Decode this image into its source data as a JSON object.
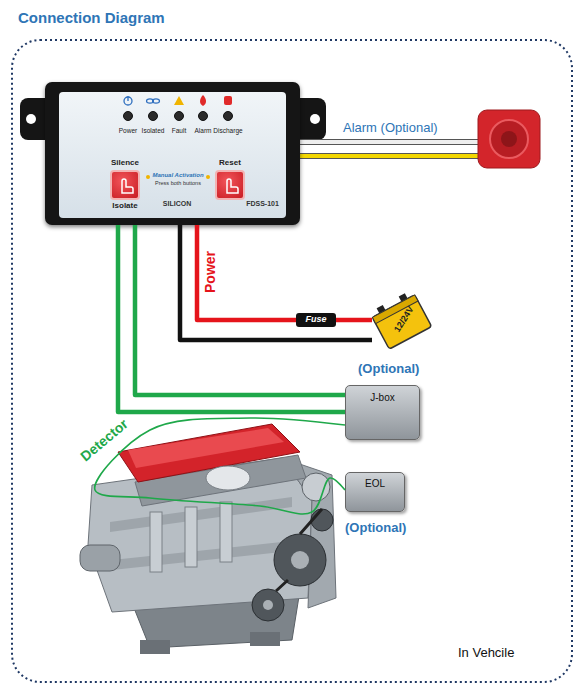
{
  "diagram": {
    "title": "Connection Diagram",
    "nodes": [
      {
        "text": [
          "SILICON",
          "FDSS-101"
        ]
      },
      {
        "text": [
          "Silence",
          "Isolate"
        ],
        "in": 0
      },
      {
        "text": [
          "Reset"
        ],
        "in": 0
      },
      {
        "text": [
          "Fuse"
        ]
      },
      {
        "text": [
          "12/24V"
        ]
      },
      {
        "text": [
          "J-box"
        ]
      },
      {
        "text": [
          "EOL"
        ]
      }
    ],
    "edges": [
      {
        "from": 0,
        "to": 3,
        "arrow": "none",
        "label": "Power"
      },
      {
        "from": 3,
        "to": 4,
        "arrow": "none"
      },
      {
        "from": 0,
        "to": 4,
        "arrow": "none"
      },
      {
        "from": 0,
        "to": 5,
        "arrow": "none"
      },
      {
        "from": 0,
        "to": 5,
        "arrow": "none"
      },
      {
        "from": 5,
        "to": 6,
        "arrow": "none",
        "label": "Detector"
      }
    ],
    "labels": [
      "Power",
      "Isolated",
      "Fault",
      "Alarm",
      "Discharge",
      "Manual Activation",
      "Press both buttons",
      "Alarm (Optional)",
      "(Optional)",
      "(Optional)",
      "In Vehcile"
    ]
  }
}
